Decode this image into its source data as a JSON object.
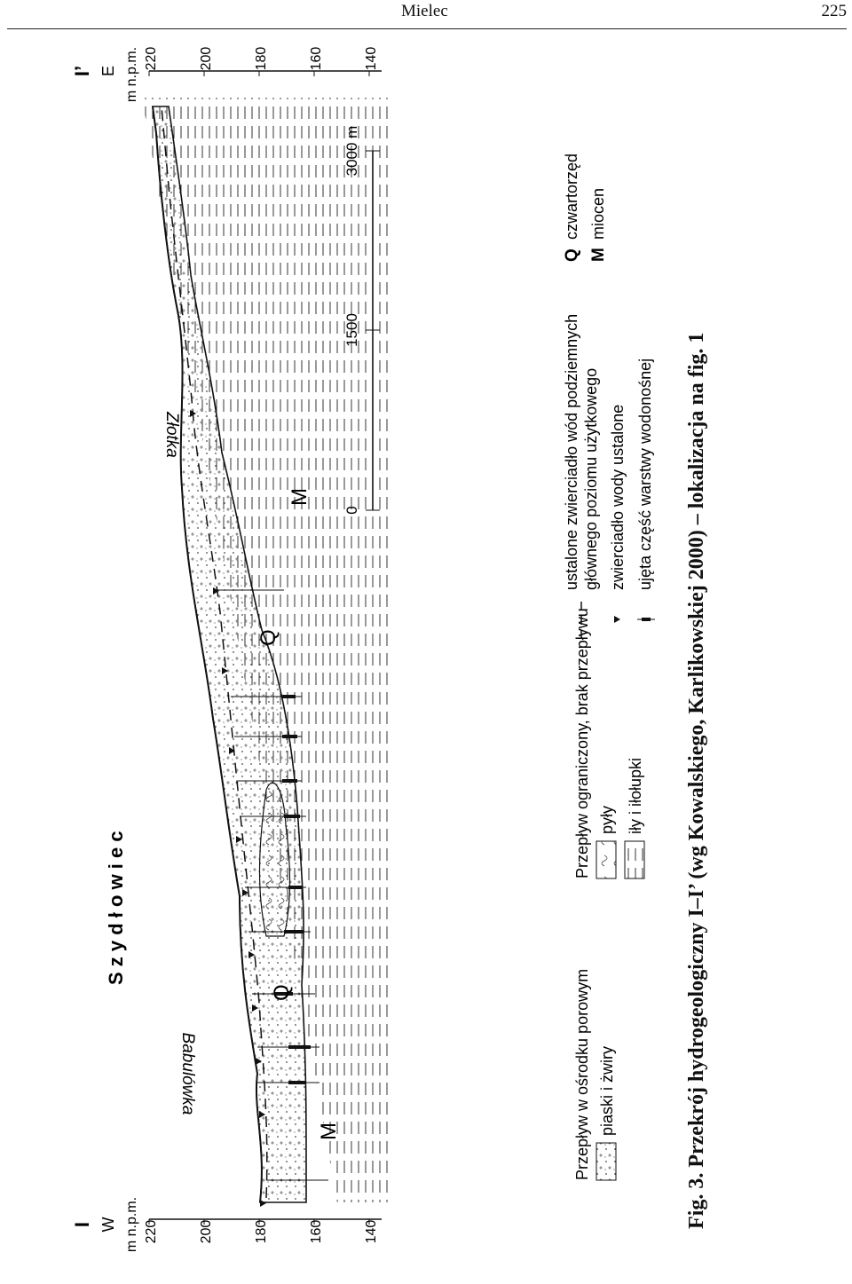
{
  "header": {
    "running_title": "Mielec",
    "page_number": "225"
  },
  "figure": {
    "profile_start": "I",
    "profile_end": "I’",
    "dir_west": "W",
    "dir_east": "E",
    "axis_unit": "m n.p.m.",
    "axis_ticks_left": [
      "140",
      "160",
      "180",
      "200",
      "220"
    ],
    "axis_ticks_right": [
      "140",
      "160",
      "180",
      "200",
      "220"
    ],
    "town": "S z y d ł o w i e c",
    "place_left": "Babulówka",
    "place_right": "Złotka",
    "unit_q": "Q",
    "unit_m": "M",
    "scale_labels": [
      "0",
      "1500",
      "3000 m"
    ]
  },
  "legend": {
    "porous_heading": "Przepływ w ośrodku porowym",
    "sands": "piaski i żwiry",
    "limited_heading": "Przepływ ograniczony, brak przepływu",
    "silts": "pyły",
    "clays": "iły i iłołupki",
    "wt_stable_1": "ustalone zwierciadło wód podziemnych",
    "wt_stable_2": "głównego poziomu użytkowego",
    "water_level": "zwierciadło wody ustalone",
    "screen": "ujęta część warstwy wodonośnej",
    "q_symbol": "Q",
    "q_label": "czwartorzęd",
    "m_symbol": "M",
    "m_label": "miocen"
  },
  "caption": "Fig. 3. Przekrój hydrogeologiczny I–I’ (wg Kowalskiego, Karlikowskiej 2000) – lokalizacja na fig. 1"
}
